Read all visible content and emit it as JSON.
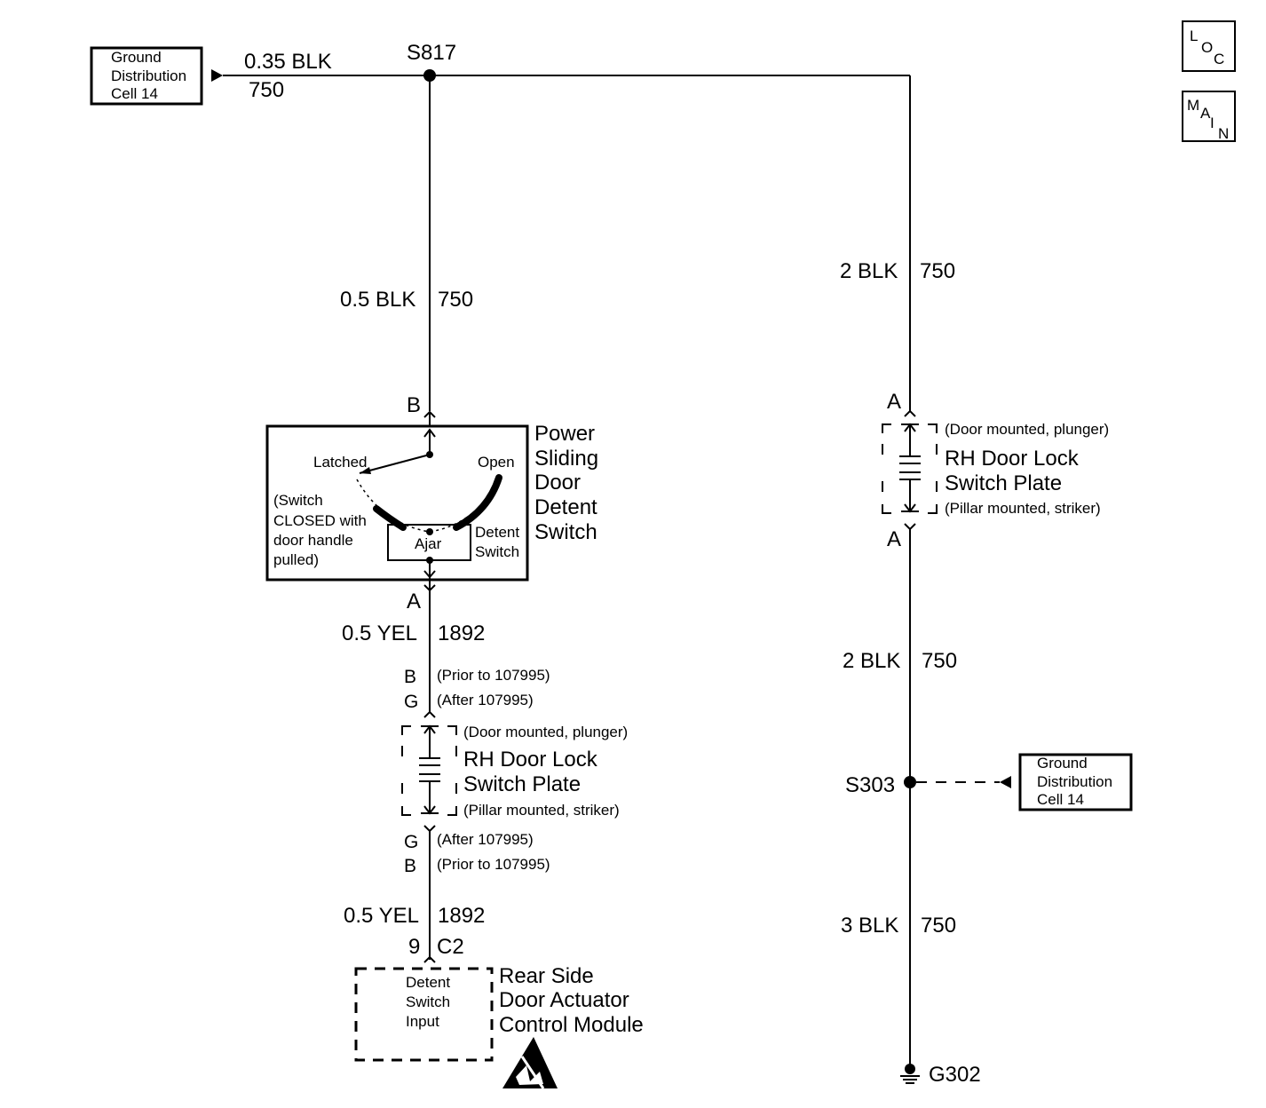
{
  "title_block": {
    "loc_label": [
      "L",
      "O",
      "C"
    ],
    "main_label": [
      "M",
      "A",
      "I",
      "N"
    ]
  },
  "ground_ref_left": [
    "Ground",
    "Distribution",
    "Cell 14"
  ],
  "ground_ref_right": [
    "Ground",
    "Distribution",
    "Cell 14"
  ],
  "splices": {
    "s817": "S817",
    "s303": "S303",
    "g302": "G302"
  },
  "wires": {
    "top_gauge": "0.35 BLK",
    "top_circuit": "750",
    "left_upper_gauge": "0.5 BLK",
    "left_upper_circuit": "750",
    "right_upper_gauge": "2 BLK",
    "right_upper_circuit": "750",
    "right_mid_gauge": "2 BLK",
    "right_mid_circuit": "750",
    "right_lower_gauge": "3 BLK",
    "right_lower_circuit": "750",
    "left_mid_gauge": "0.5 YEL",
    "left_mid_circuit": "1892",
    "left_lower_gauge": "0.5 YEL",
    "left_lower_circuit": "1892"
  },
  "detent_switch": {
    "pin_top": "B",
    "pin_bottom": "A",
    "name": [
      "Power",
      "Sliding",
      "Door",
      "Detent",
      "Switch"
    ],
    "latched": "Latched",
    "open": "Open",
    "ajar": "Ajar",
    "note": [
      "(Switch",
      "CLOSED with",
      "door handle",
      "pulled)"
    ],
    "detent_label": [
      "Detent",
      "Switch"
    ]
  },
  "left_plate": {
    "pin_top_1": "B",
    "pin_top_1_note": "(Prior to 107995)",
    "pin_top_2": "G",
    "pin_top_2_note": "(After 107995)",
    "upper_note": "(Door mounted, plunger)",
    "name": [
      "RH Door Lock",
      "Switch Plate"
    ],
    "lower_note": "(Pillar mounted, striker)",
    "pin_bot_1": "G",
    "pin_bot_1_note": "(After 107995)",
    "pin_bot_2": "B",
    "pin_bot_2_note": "(Prior to 107995)"
  },
  "right_plate": {
    "pin_top": "A",
    "pin_bottom": "A",
    "upper_note": "(Door mounted, plunger)",
    "name": [
      "RH Door Lock",
      "Switch Plate"
    ],
    "lower_note": "(Pillar mounted, striker)"
  },
  "module": {
    "pin": "9",
    "connector": "C2",
    "inner": [
      "Detent",
      "Switch",
      "Input"
    ],
    "name": [
      "Rear Side",
      "Door Actuator",
      "Control Module"
    ],
    "esd_icon": "esd-sensitive-icon"
  }
}
